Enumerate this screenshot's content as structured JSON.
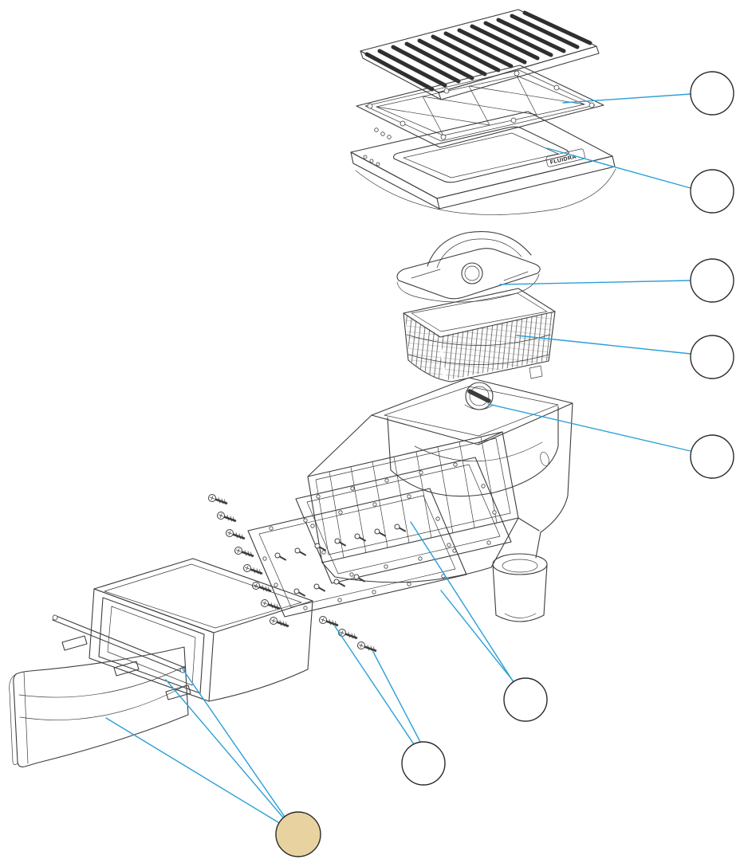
{
  "diagram": {
    "kind": "exploded-parts-diagram",
    "subject": "skimmer-assembly",
    "brand_label": "FLUIDRA",
    "colors": {
      "leader_line": "#2b9fd7",
      "artwork_line": "#3d3d3d",
      "slat_fill": "#2f2f2f",
      "callout_fill": "#ffffff",
      "callout_stroke": "#2a2a2a",
      "highlighted_callout_fill": "#e8d3a0",
      "background": "#ffffff"
    },
    "callouts": [
      {
        "id": "callout-1",
        "part": "deck-grate-cover",
        "label": "",
        "highlighted": false
      },
      {
        "id": "callout-2",
        "part": "grate-frame",
        "label": "",
        "highlighted": false
      },
      {
        "id": "callout-3",
        "part": "skimmer-lid",
        "label": "",
        "highlighted": false
      },
      {
        "id": "callout-4",
        "part": "debris-basket",
        "label": "",
        "highlighted": false
      },
      {
        "id": "callout-5",
        "part": "regulator-knob",
        "label": "",
        "highlighted": false
      },
      {
        "id": "callout-6",
        "part": "sealing-gaskets",
        "label": "",
        "highlighted": false
      },
      {
        "id": "callout-7",
        "part": "mounting-screws",
        "label": "",
        "highlighted": false
      },
      {
        "id": "callout-8",
        "part": "weir-flap-assembly",
        "label": "",
        "highlighted": true
      }
    ],
    "parts": [
      {
        "name": "deck-grate-cover"
      },
      {
        "name": "grate-frame"
      },
      {
        "name": "mounting-collar"
      },
      {
        "name": "skimmer-lid"
      },
      {
        "name": "debris-basket"
      },
      {
        "name": "regulator-knob"
      },
      {
        "name": "skimmer-body"
      },
      {
        "name": "sealing-gaskets"
      },
      {
        "name": "mounting-screws"
      },
      {
        "name": "faceplate-extension"
      },
      {
        "name": "weir-flap"
      }
    ]
  }
}
